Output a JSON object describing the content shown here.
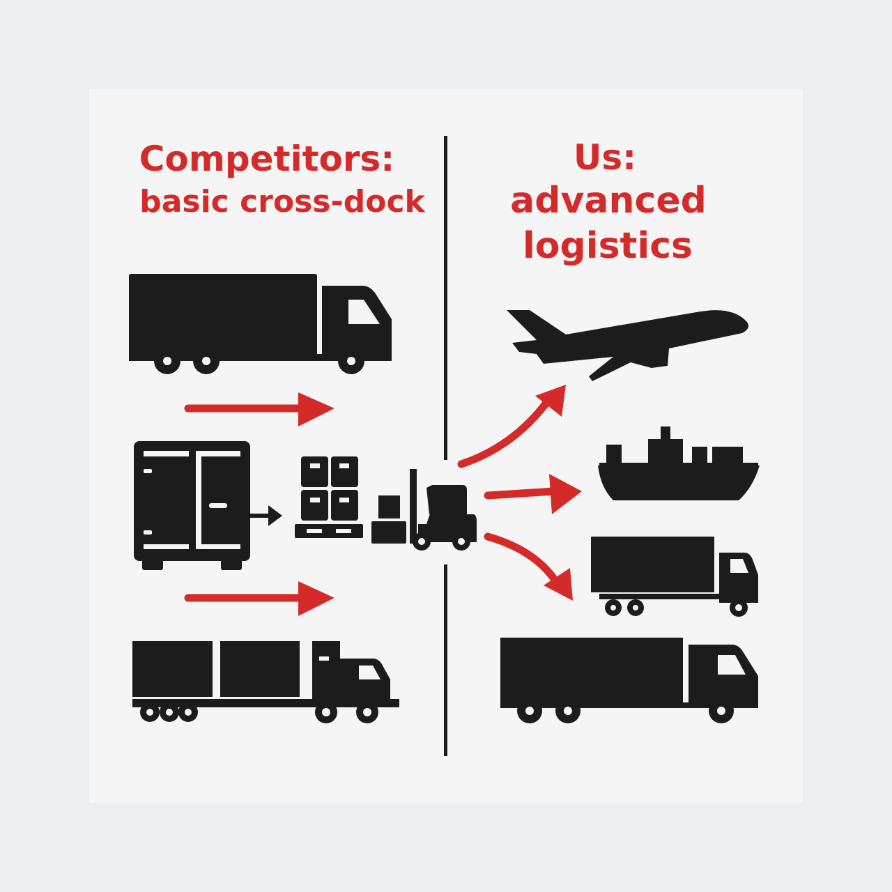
{
  "left": {
    "title_line1": "Competitors:",
    "title_line2": "basic cross-dock"
  },
  "right": {
    "title_line1": "Us:",
    "title_line2": "advanced",
    "title_line3": "logistics"
  },
  "colors": {
    "accent": "#d42a2a",
    "icon": "#1c1c1c",
    "panel": "#f5f5f5",
    "background": "#eceeef"
  }
}
